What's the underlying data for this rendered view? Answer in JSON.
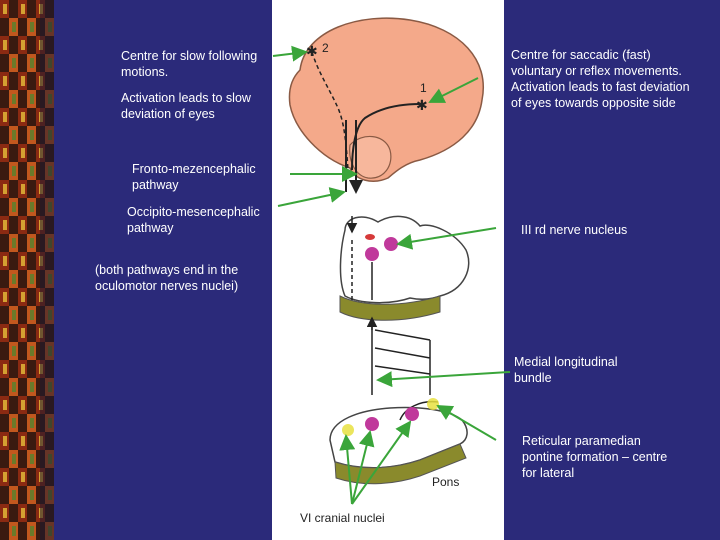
{
  "labels": {
    "slow_centre": "Centre for slow following\nmotions.",
    "slow_activation": "Activation leads to slow\ndeviation of eyes",
    "fronto": "Fronto-mezencephalic\npathway",
    "occipito": "Occipito-mesencephalic\npathway",
    "both_pathways": "(both pathways end in the\noculomotor nerves nuclei)",
    "saccadic": "Centre for saccadic (fast)\nvoluntary or reflex movements.\nActivation leads to fast deviation\nof eyes towards opposite side",
    "third_nucleus": "III rd nerve nucleus",
    "mlf": "Medial longitudinal\nbundle",
    "reticular": "Reticular paramedian\npontine formation – centre\nfor lateral"
  },
  "diagram": {
    "marker_2": "2",
    "marker_1": "1",
    "pons": "Pons",
    "vi_nuclei": "VI cranial nuclei"
  },
  "colors": {
    "background": "#2b2a7a",
    "brain": "#f4a98a",
    "arrow": "#3aa53a",
    "brainstem_side": "#8a8a2c",
    "nucleus": "#c0399b"
  }
}
